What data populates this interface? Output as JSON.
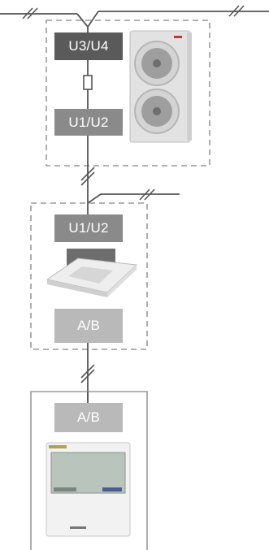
{
  "outdoor_unit": {
    "terminal_top": "U3/U4",
    "terminal_bottom": "U1/U2"
  },
  "indoor_unit": {
    "terminal_top": "U1/U2",
    "terminal_bottom": "A/B"
  },
  "remote_controller": {
    "terminal": "A/B"
  },
  "colors": {
    "terminal_dark": "#5a5a5a",
    "terminal_mid": "#8a8a8a",
    "terminal_light": "#b9b9b9",
    "dashed_border": "#9a9a9a",
    "wire": "#555555"
  },
  "icons": [
    "outdoor-unit-image",
    "cassette-indoor-unit-image",
    "remote-controller-image",
    "fuse-icon"
  ]
}
